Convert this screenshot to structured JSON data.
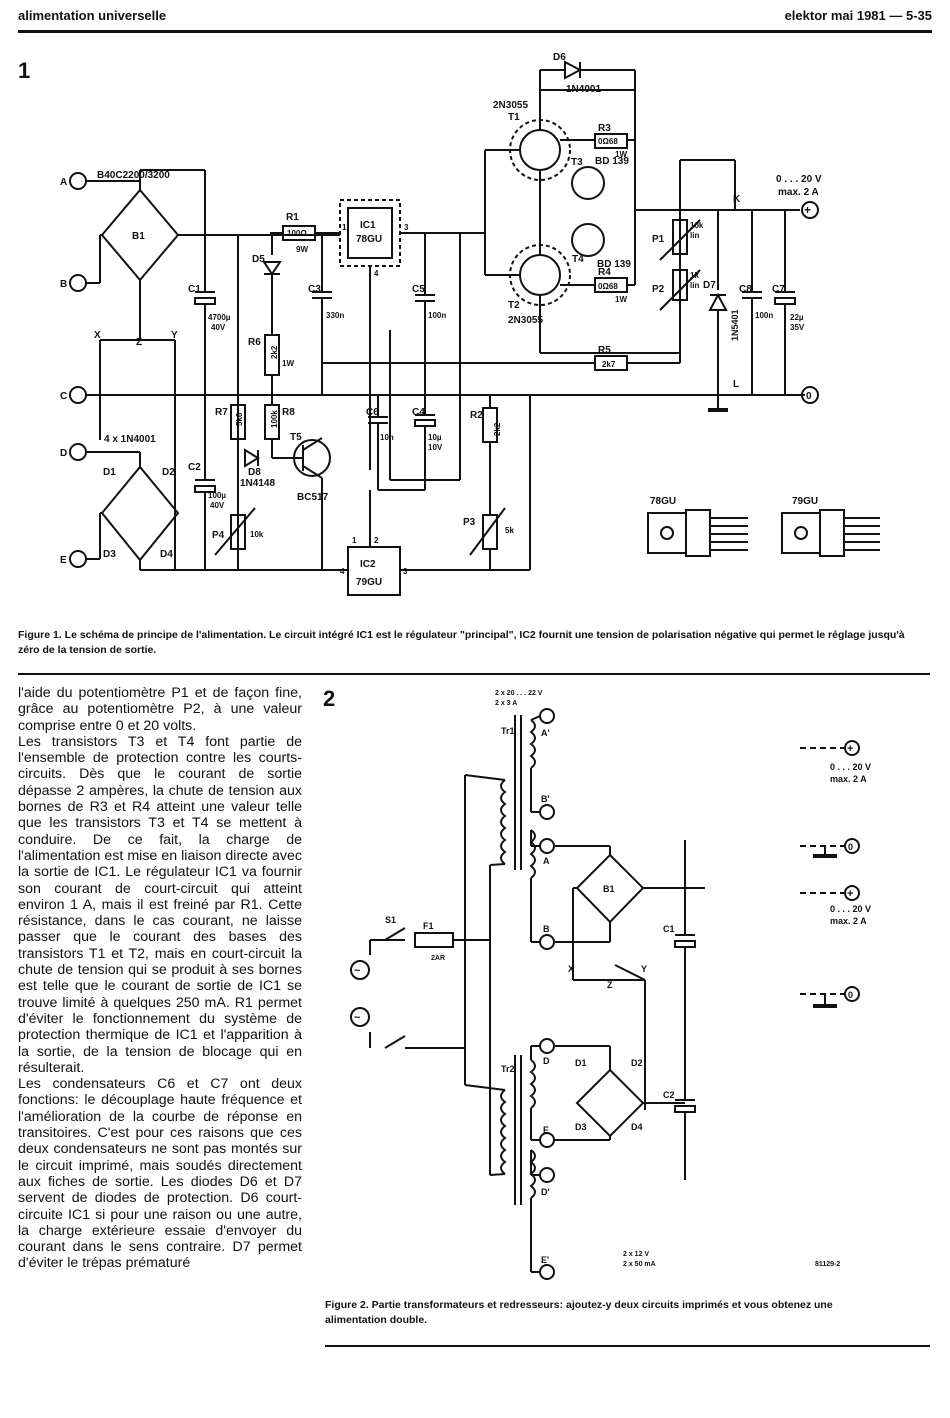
{
  "header": {
    "left": "alimentation universelle",
    "right": "elektor mai 1981 — 5-35"
  },
  "figure1": {
    "number": "1",
    "caption": "Figure 1. Le schéma de principe de l'alimentation. Le circuit intégré IC1 est le régulateur \"principal\", IC2 fournit une tension de polarisation négative qui permet le réglage jusqu'à zéro de la tension de sortie.",
    "labels": {
      "A": "A",
      "B": "B",
      "C": "C",
      "D": "D",
      "E": "E",
      "X": "X",
      "Y": "Y",
      "Z": "Z",
      "K": "K",
      "L": "L",
      "b1_type": "B40C2200/3200",
      "b1": "B1",
      "diodes_bridge": "4 x 1N4001",
      "d1": "D1",
      "d2": "D2",
      "d3": "D3",
      "d4": "D4",
      "c1": "C1",
      "c1_val": "4700µ",
      "c1_v": "40V",
      "c2": "C2",
      "c2_val": "100µ",
      "c2_v": "40V",
      "c3": "C3",
      "c3_val": "330n",
      "c4": "C4",
      "c4_val": "10µ",
      "c4_v": "10V",
      "c5": "C5",
      "c5_val": "100n",
      "c6": "C6",
      "c6_val": "10n",
      "c7": "C7",
      "c7_val": "22µ",
      "c7_v": "35V",
      "c8": "C8",
      "c8_val": "100n",
      "r1": "R1",
      "r1_val": "100Ω",
      "r1_w": "9W",
      "r2": "R2",
      "r2_val": "2k2",
      "r3": "R3",
      "r3_val": "0Ω68",
      "r3_w": "1W",
      "r4": "R4",
      "r4_val": "0Ω68",
      "r4_w": "1W",
      "r5": "R5",
      "r5_val": "2k7",
      "r6": "R6",
      "r6_val": "2k2",
      "r6_w": "1W",
      "r7": "R7",
      "r7_val": "5k6",
      "r8": "R8",
      "r8_val": "100k",
      "d5": "D5",
      "d6": "D6",
      "d6_type": "1N4001",
      "d7": "D7",
      "d7_type": "1N5401",
      "d8": "D8",
      "d8_type": "1N4148",
      "t1": "T1",
      "t1_type": "2N3055",
      "t2": "T2",
      "t2_type": "2N3055",
      "t3": "T3",
      "t3_type": "BD 139",
      "t4": "T4",
      "t4_type": "BD 139",
      "t5": "T5",
      "t5_type": "BC517",
      "ic1": "IC1",
      "ic1_type": "78GU",
      "ic2": "IC2",
      "ic2_type": "79GU",
      "p1": "P1",
      "p1_val": "10k",
      "p1_lin": "lin",
      "p2": "P2",
      "p2_val": "1k",
      "p2_lin": "lin",
      "p3": "P3",
      "p3_val": "5k",
      "p4": "P4",
      "p4_val": "10k",
      "out_v": "0 . . . 20 V",
      "out_a": "max. 2 A",
      "pin1": "1",
      "pin2": "2",
      "pin3": "3",
      "pin4": "4",
      "pkg1": "78GU",
      "pkg2": "79GU"
    }
  },
  "figure2": {
    "number": "2",
    "caption": "Figure 2. Partie transformateurs et redresseurs: ajoutez-y deux circuits imprimés et vous obtenez une alimentation double.",
    "labels": {
      "tr1_sec": "2 x 20 . . . 22 V",
      "tr1_cur": "2 x 3 A",
      "tr1": "Tr1",
      "tr2": "Tr2",
      "a_prime": "A'",
      "b_prime": "B'",
      "a": "A",
      "b": "B",
      "x": "X",
      "y": "Y",
      "z": "Z",
      "d": "D",
      "e": "E",
      "d_prime": "D'",
      "e_prime": "E'",
      "s1": "S1",
      "f1": "F1",
      "fuse": "2AR",
      "b1": "B1",
      "c1": "C1",
      "c2": "C2",
      "d1": "D1",
      "d2": "D2",
      "d3": "D3",
      "d4": "D4",
      "out_v1": "0 . . . 20 V",
      "out_a1": "max. 2 A",
      "out_v2": "0 . . . 20 V",
      "out_a2": "max. 2 A",
      "tr2_sec": "2 x 12 V",
      "tr2_cur": "2 x 50 mA",
      "ref": "81129-2"
    }
  },
  "body": [
    "l'aide du potentiomètre P1 et de façon fine, grâce au potentiomètre P2, à une valeur comprise entre 0 et 20 volts.",
    "Les transistors T3 et T4 font partie de l'ensemble de protection contre les courts-circuits. Dès que le courant de sortie dépasse 2 ampères, la chute de tension aux bornes de R3 et R4 atteint une valeur telle que les transistors T3 et T4 se mettent à conduire. De ce fait, la charge de l'alimentation est mise en liaison directe avec la sortie de IC1. Le régulateur IC1 va fournir son courant de court-circuit qui atteint environ 1 A, mais il est freiné par R1. Cette résistance, dans le cas courant, ne laisse passer que le courant des bases des transistors T1 et T2, mais en court-circuit la chute de tension qui se produit à ses bornes est telle que le courant de sortie de IC1 se trouve limité à quelques 250 mA. R1 permet d'éviter le fonctionnement du système de protection thermique de IC1 et l'apparition à la sortie, de la tension de blocage qui en résulterait.",
    "Les condensateurs C6 et C7 ont deux fonctions: le découplage haute fréquence et l'amélioration de la courbe de réponse en transitoires. C'est pour ces raisons que ces deux condensateurs ne sont pas montés sur le circuit imprimé, mais soudés directement aux fiches de sortie. Les diodes D6 et D7 servent de diodes de protection. D6 court-circuite IC1 si pour une raison ou une autre, la charge extérieure essaie d'envoyer du courant dans le sens contraire. D7 permet d'éviter le trépas prématuré"
  ]
}
